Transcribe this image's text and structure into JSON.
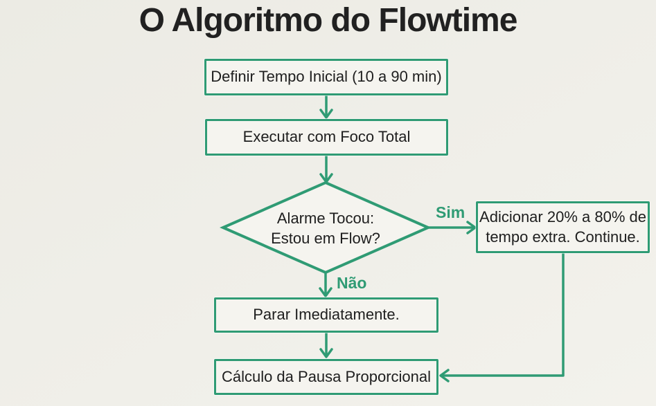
{
  "title": "O Algoritmo do Flowtime",
  "colors": {
    "accent_green": "#2f9b74",
    "box_fill": "#f5f4ef",
    "background": "#efeee8",
    "text": "#1e1e1e"
  },
  "nodes": {
    "start": {
      "label": "Definir Tempo Inicial (10 a 90 min)"
    },
    "execute": {
      "label": "Executar com Foco Total"
    },
    "decision": {
      "line1": "Alarme Tocou:",
      "line2": "Estou em Flow?"
    },
    "yes_branch": {
      "line1": "Adicionar 20% a 80% de",
      "line2": "tempo extra. Continue."
    },
    "no_branch": {
      "label": "Parar Imediatamente."
    },
    "end": {
      "label": "Cálculo da Pausa Proporcional"
    }
  },
  "edges": {
    "yes_label": "Sim",
    "no_label": "Não"
  }
}
